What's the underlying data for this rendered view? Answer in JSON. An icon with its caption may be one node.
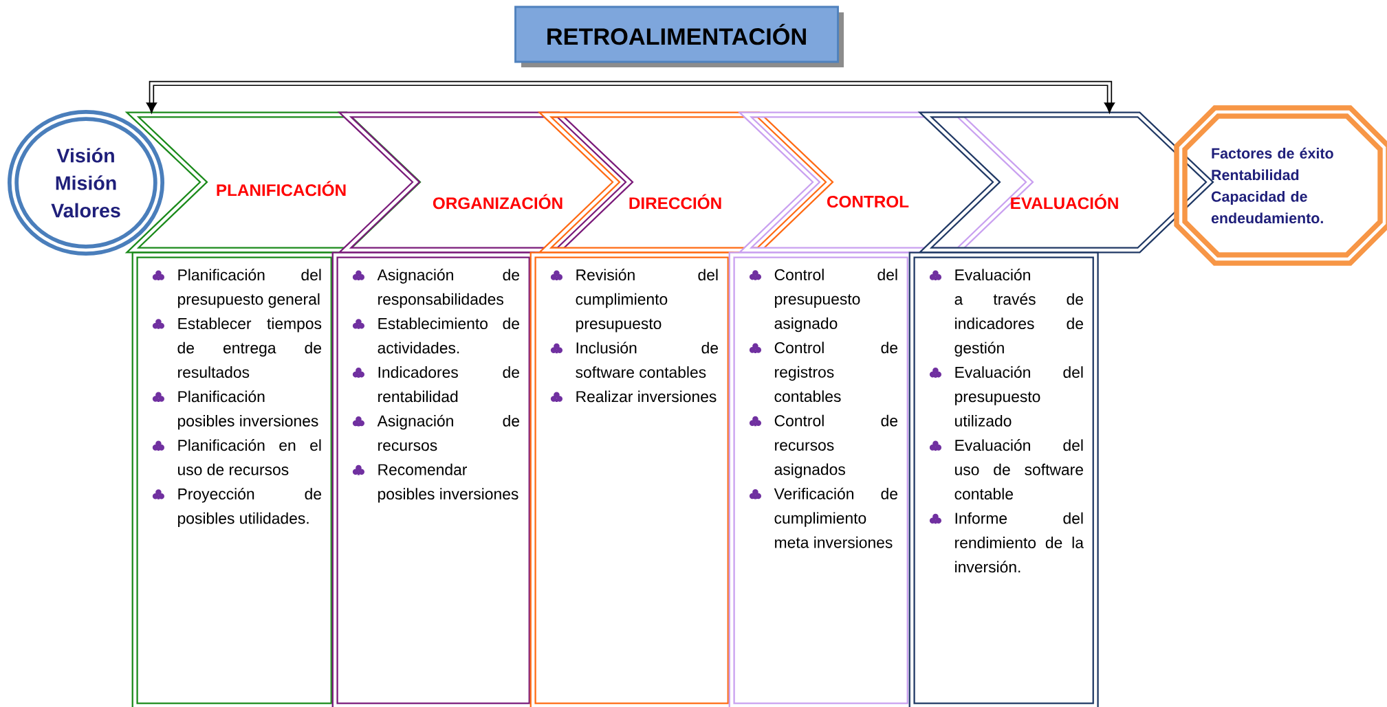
{
  "diagram": {
    "nodes": [
      {
        "text": [
          "RETROALIMENTACIÓN"
        ]
      },
      {
        "text": [
          "Visión Misión Valores"
        ]
      },
      {
        "text": [
          "PLANIFICACIÓN"
        ]
      },
      {
        "text": [
          "ORGANIZACIÓN"
        ]
      },
      {
        "text": [
          "DIRECCIÓN"
        ]
      },
      {
        "text": [
          "CONTROL"
        ]
      },
      {
        "text": [
          "EVALUACIÓN"
        ]
      },
      {
        "text": [
          "Factores de éxito",
          "Rentabilidad",
          "Capacidad de endeudamiento."
        ]
      },
      {
        "text": [
          "Planificación del presupuesto general",
          "Establecer tiempos de entrega de resultados",
          "Planificación posibles inversiones",
          "Planificación en el uso de recursos",
          "Proyección de posibles utilidades."
        ]
      },
      {
        "text": [
          "Asignación de responsabilidades",
          "Establecimiento de actividades.",
          "Indicadores de rentabilidad",
          "Asignación de recursos",
          "Recomendar posibles inversiones"
        ]
      },
      {
        "text": [
          "Revisión del cumplimiento presupuesto",
          "Inclusión de software contables",
          "Realizar inversiones"
        ]
      },
      {
        "text": [
          "Control del presupuesto asignado",
          "Control de registros contables",
          "Control de recursos asignados",
          "Verificación de cumplimiento meta inversiones"
        ]
      },
      {
        "text": [
          "Evaluación a través de indicadores de gestión",
          "Evaluación del presupuesto utilizado",
          "Evaluación del uso de software contable",
          "Informe del rendimiento de la inversión."
        ]
      }
    ],
    "edges": [
      {
        "from": 6,
        "to": 2,
        "arrow": "both"
      }
    ]
  }
}
